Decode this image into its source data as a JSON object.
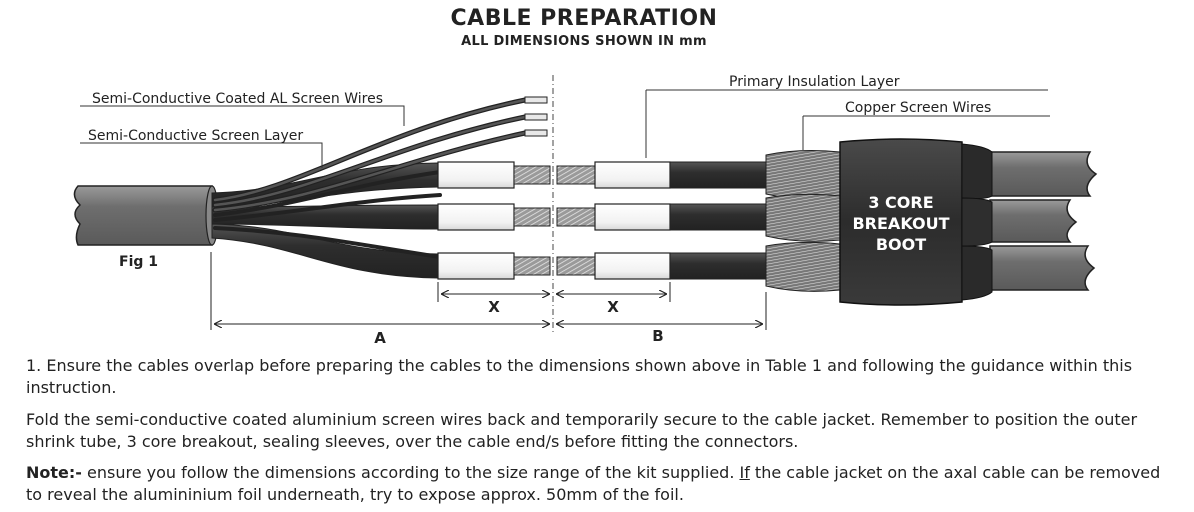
{
  "header": {
    "title": "CABLE PREPARATION",
    "subtitle": "ALL DIMENSIONS SHOWN IN mm"
  },
  "diagram": {
    "labels": {
      "semi_conductive_coated_al": "Semi-Conductive Coated AL Screen Wires",
      "semi_conductive_screen_layer": "Semi-Conductive Screen Layer",
      "primary_insulation_layer": "Primary Insulation Layer",
      "copper_screen_wires": "Copper Screen Wires",
      "fig": "Fig 1",
      "boot_line1": "3 CORE",
      "boot_line2": "BREAKOUT",
      "boot_line3": "BOOT"
    },
    "dimensions": {
      "x_left": "X",
      "x_right": "X",
      "a": "A",
      "b": "B"
    },
    "colors": {
      "jacket": "#7a7a7a",
      "core": "#3a3a3a",
      "insulation": "#ffffff",
      "boot": "#333333",
      "outline": "#222222"
    }
  },
  "instructions": {
    "p1": "1. Ensure the cables overlap before preparing the cables to the dimensions shown above in Table 1 and following the guidance within this instruction.",
    "p2": "Fold the semi-conductive coated aluminium screen wires back and temporarily secure to the cable jacket. Remember to position the outer shrink tube, 3 core breakout, sealing sleeves, over the cable end/s before fitting the connectors.",
    "p3_label": "Note:-",
    "p3_a": " ensure you follow the dimensions according to the size range of the kit supplied. ",
    "p3_if": "If",
    "p3_b": " the cable jacket on the axal cable can be removed to reveal the alumininium foil underneath, try to expose approx. 50mm of the foil."
  }
}
